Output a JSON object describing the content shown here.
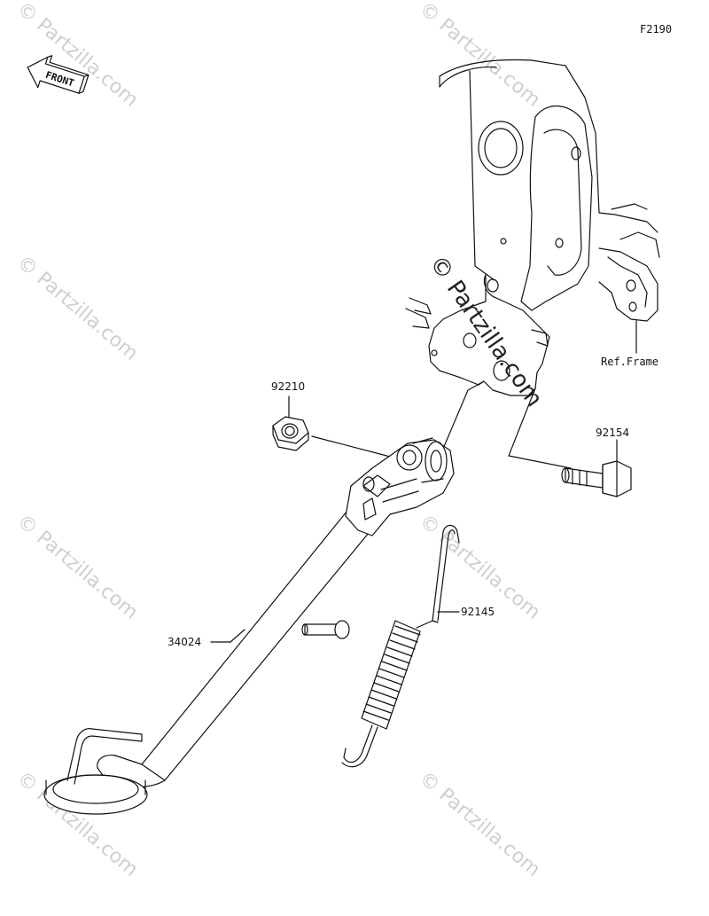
{
  "diagram": {
    "code": "F2190",
    "front_label": "FRONT",
    "ref_label": "Ref.Frame",
    "parts": {
      "nut": "92210",
      "bolt": "92154",
      "spring": "92145",
      "stand": "34024"
    },
    "watermark": "© Partzilla.com"
  }
}
